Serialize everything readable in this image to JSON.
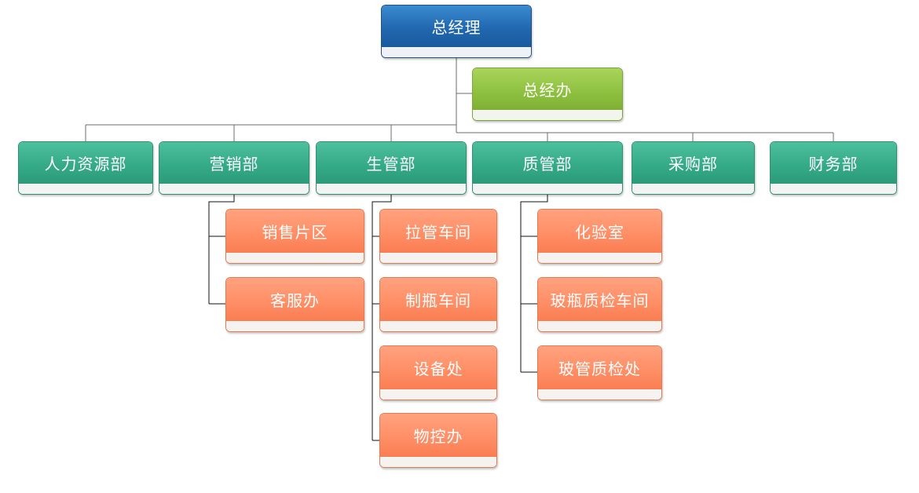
{
  "chart": {
    "root": "总经理",
    "office": "总经办",
    "departments": [
      "人力资源部",
      "营销部",
      "生管部",
      "质管部",
      "采购部",
      "财务部"
    ],
    "marketing_units": [
      "销售片区",
      "客服办"
    ],
    "production_units": [
      "拉管车间",
      "制瓶车间",
      "设备处",
      "物控办"
    ],
    "quality_units": [
      "化验室",
      "玻瓶质检车间",
      "玻管质检处"
    ]
  },
  "colors": {
    "root": "#2168b0",
    "office": "#8ec03f",
    "department": "#34a985",
    "unit": "#ff8f67",
    "connector": "#555555"
  }
}
